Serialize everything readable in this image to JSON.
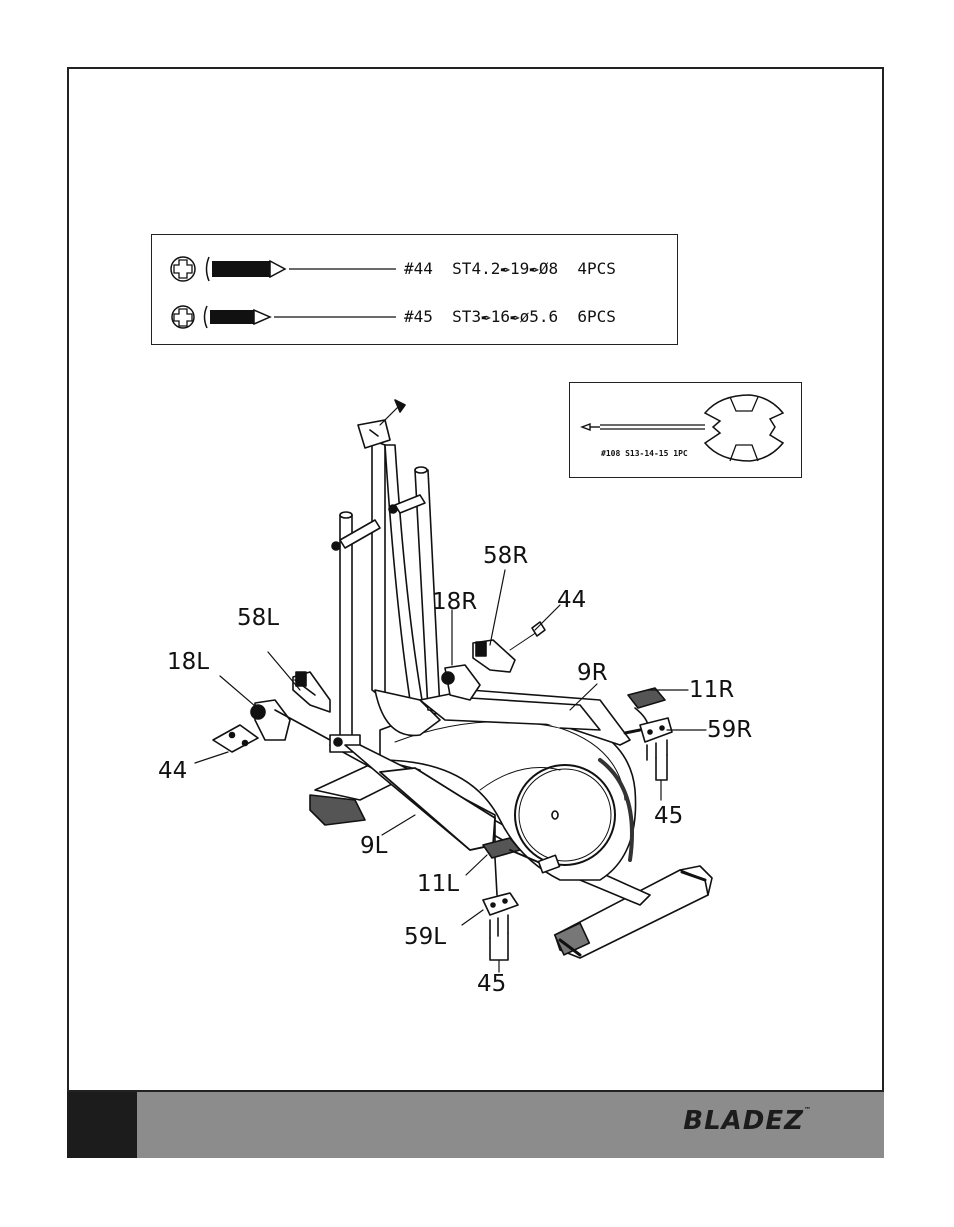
{
  "hardware": [
    {
      "part_no": "#44",
      "spec": "ST4.2✒19✒Ø8",
      "qty": "4PCS"
    },
    {
      "part_no": "#45",
      "spec": "ST3✒16✒ø5.6",
      "qty": "6PCS"
    }
  ],
  "tool": {
    "label": "#108  S13-14-15  1PC"
  },
  "callouts": {
    "c58R": "58R",
    "c44a": "44",
    "c18R": "18R",
    "c58L": "58L",
    "c18L": "18L",
    "c9R": "9R",
    "c11R": "11R",
    "c59R": "59R",
    "c44b": "44",
    "c45a": "45",
    "c9L": "9L",
    "c11L": "11L",
    "c59L": "59L",
    "c45b": "45"
  },
  "footer": {
    "brand": "BLADEZ",
    "tm": "™"
  }
}
